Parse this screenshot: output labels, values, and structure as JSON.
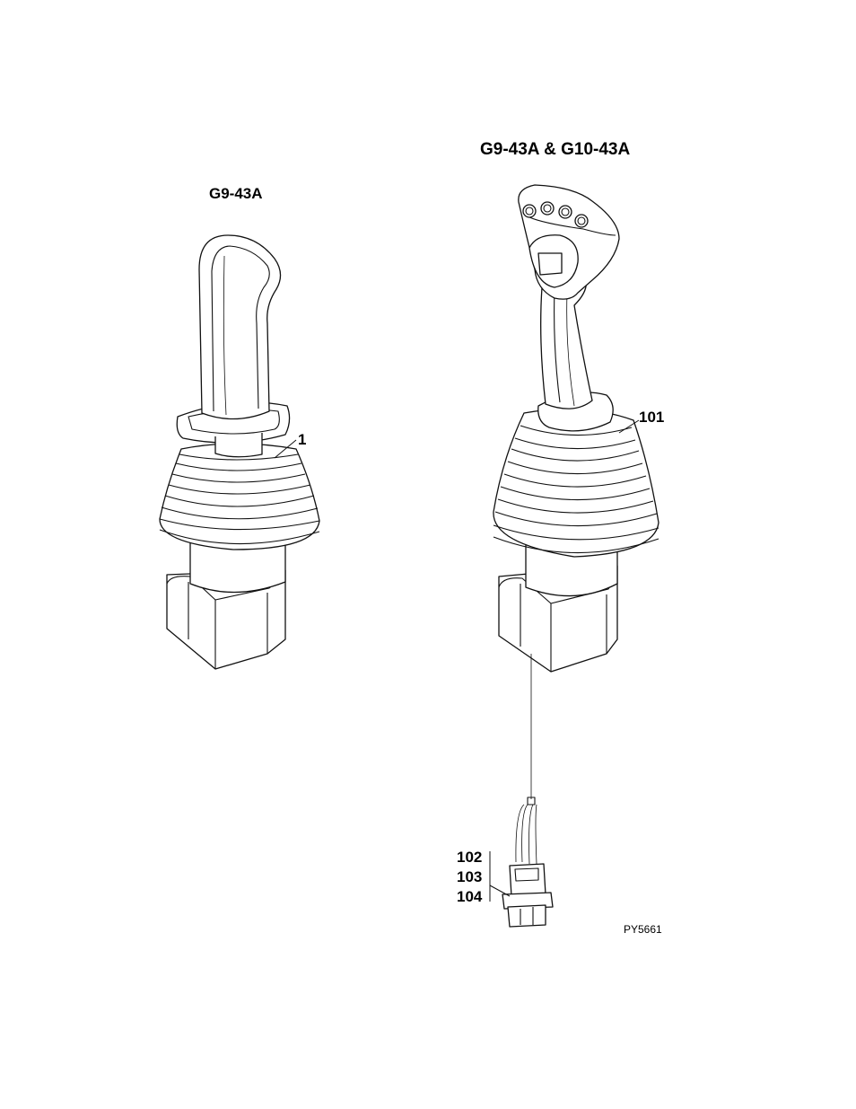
{
  "drawing": {
    "left_title": "G9-43A",
    "right_title": "G9-43A & G10-43A",
    "figure_code": "PY5661"
  },
  "callouts": {
    "left_joystick": "1",
    "right_joystick": "101",
    "connector_a": "102",
    "connector_b": "103",
    "connector_c": "104"
  },
  "colors": {
    "line": "#111111",
    "background": "#ffffff"
  }
}
